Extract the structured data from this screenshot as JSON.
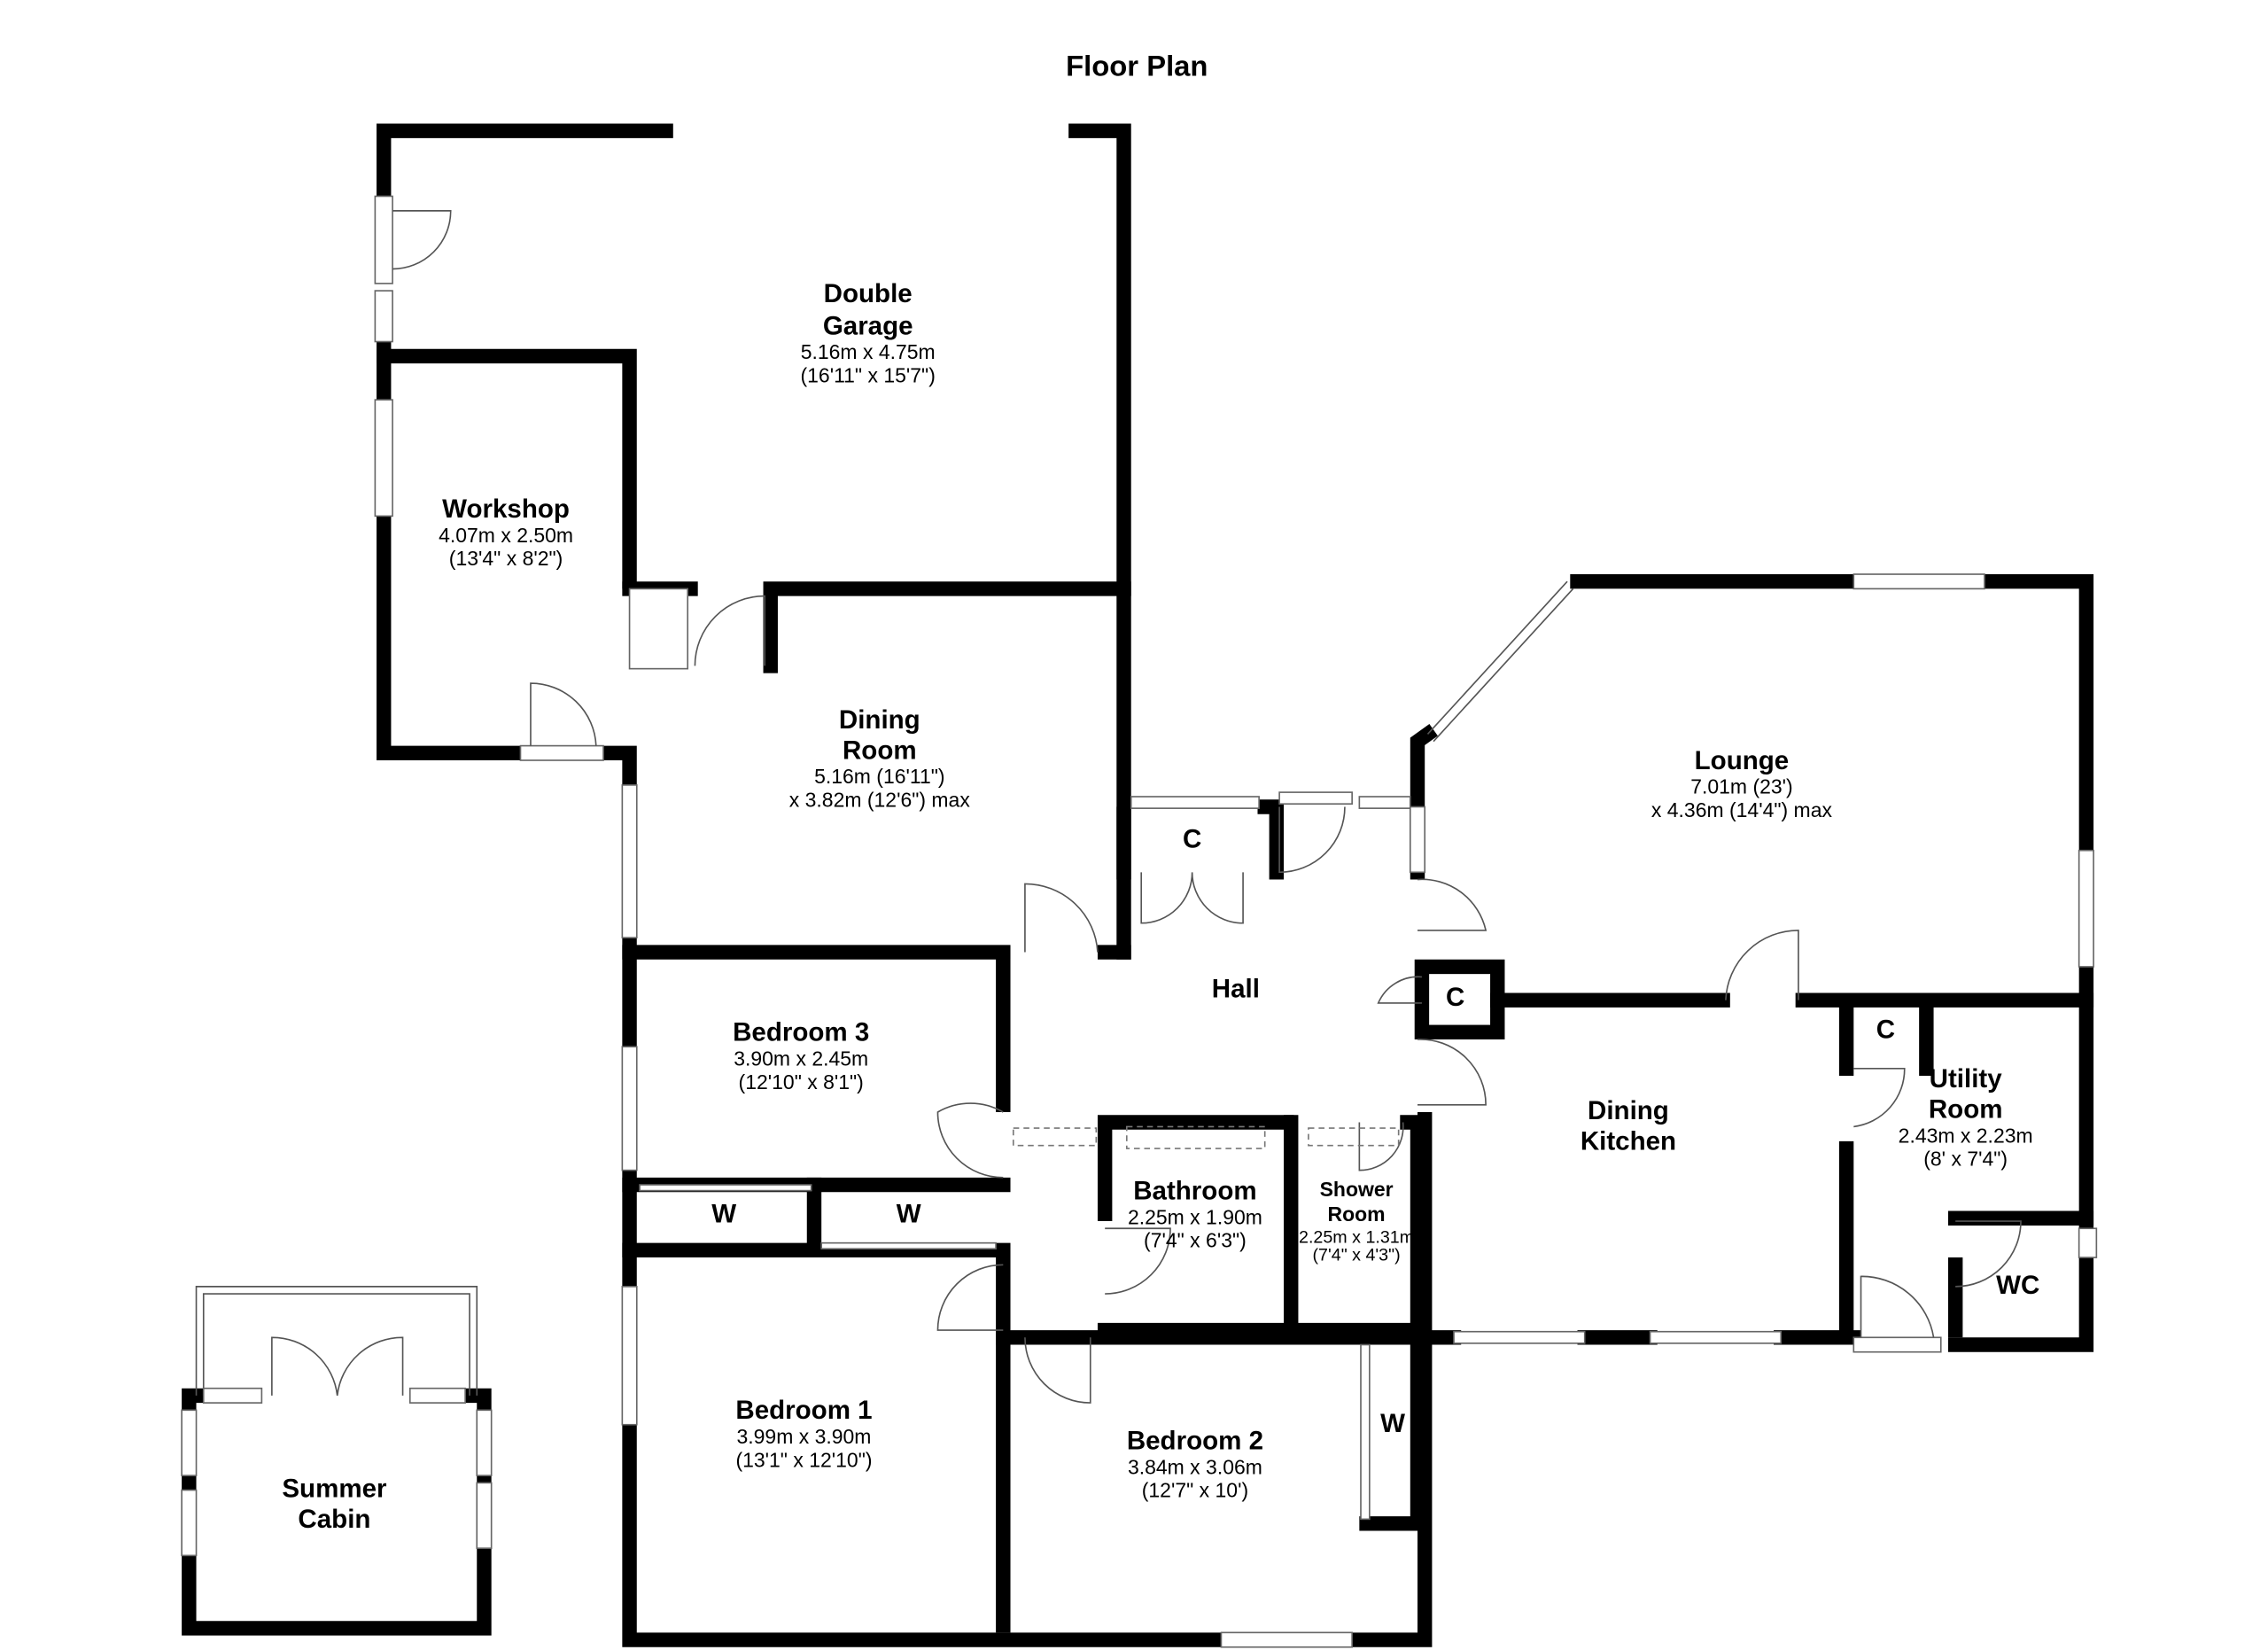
{
  "title": "Floor Plan",
  "rooms": {
    "garage": {
      "name1": "Double",
      "name2": "Garage",
      "dim1": "5.16m x 4.75m",
      "dim2": "(16'11\" x 15'7\")"
    },
    "workshop": {
      "name": "Workshop",
      "dim1": "4.07m x 2.50m",
      "dim2": "(13'4\" x 8'2\")"
    },
    "dining_room": {
      "name1": "Dining",
      "name2": "Room",
      "dim1": "5.16m (16'11\")",
      "dim2": "x 3.82m (12'6\") max"
    },
    "lounge": {
      "name": "Lounge",
      "dim1": "7.01m (23')",
      "dim2": "x 4.36m (14'4\") max"
    },
    "hall": {
      "name": "Hall"
    },
    "bedroom3": {
      "name": "Bedroom 3",
      "dim1": "3.90m x 2.45m",
      "dim2": "(12'10\" x 8'1\")"
    },
    "bedroom1": {
      "name": "Bedroom 1",
      "dim1": "3.99m x 3.90m",
      "dim2": "(13'1\" x 12'10\")"
    },
    "bedroom2": {
      "name": "Bedroom 2",
      "dim1": "3.84m x 3.06m",
      "dim2": "(12'7\" x 10')"
    },
    "bathroom": {
      "name": "Bathroom",
      "dim1": "2.25m x 1.90m",
      "dim2": "(7'4\" x 6'3\")"
    },
    "shower": {
      "name1": "Shower",
      "name2": "Room",
      "dim1": "2.25m x 1.31m",
      "dim2": "(7'4\" x 4'3\")"
    },
    "kitchen": {
      "name1": "Dining",
      "name2": "Kitchen"
    },
    "utility": {
      "name1": "Utility",
      "name2": "Room",
      "dim1": "2.43m x 2.23m",
      "dim2": "(8' x 7'4\")"
    },
    "wc": {
      "name": "WC"
    },
    "cabin": {
      "name1": "Summer",
      "name2": "Cabin"
    }
  },
  "labels": {
    "cupboard": "C",
    "wardrobe": "W"
  }
}
